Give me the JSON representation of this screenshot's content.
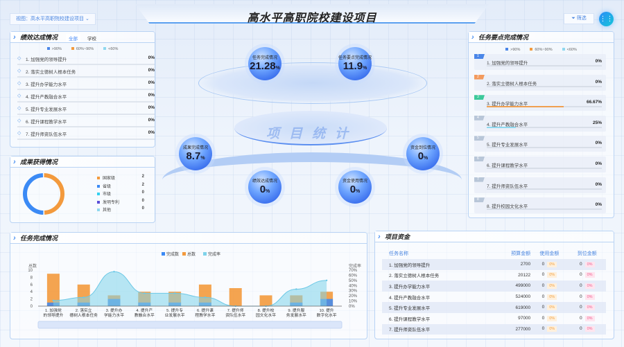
{
  "header": {
    "title": "高水平高职院校建设项目",
    "view_label": "视图：高水平高职院校建设项目",
    "filter_label": "筛选",
    "menu_icon": "grid-icon"
  },
  "colors": {
    "high": "#4a86e8",
    "mid": "#f39a3d",
    "low": "#8fd8ef",
    "accent": "#3b82f6"
  },
  "legend": {
    "high": ">90%",
    "mid": "60%~90%",
    "low": "<60%"
  },
  "performance": {
    "title": "绩效达成情况",
    "tabs": [
      {
        "label": "全部",
        "active": true
      },
      {
        "label": "学校",
        "active": false
      }
    ],
    "items": [
      {
        "label": "1. 加强党的领导提升",
        "value": "0%"
      },
      {
        "label": "2. 落实立德树人根本任务",
        "value": "0%"
      },
      {
        "label": "3. 提升办学能力水平",
        "value": "0%"
      },
      {
        "label": "4. 提升产教融合水平",
        "value": "0%"
      },
      {
        "label": "5. 提升专业发展水平",
        "value": "0%"
      },
      {
        "label": "6. 提升课程教学水平",
        "value": "0%"
      },
      {
        "label": "7. 提升师资队伍水平",
        "value": "0%"
      }
    ]
  },
  "achievements": {
    "title": "成果获得情况",
    "items": [
      {
        "label": "国家级",
        "value": 2,
        "color": "#f39a3d"
      },
      {
        "label": "省级",
        "value": 2,
        "color": "#3b8af5"
      },
      {
        "label": "市级",
        "value": 0,
        "color": "#33d0f0"
      },
      {
        "label": "发明专利",
        "value": 0,
        "color": "#5a4fd8"
      },
      {
        "label": "其他",
        "value": 0,
        "color": "#8fd8ef"
      }
    ]
  },
  "keypoints": {
    "title": "任务要点完成情况",
    "items": [
      {
        "no": "1",
        "label": "1. 加强党的领导提升",
        "value": "0%",
        "pct": 0,
        "badge": "#4a86e8"
      },
      {
        "no": "2",
        "label": "2. 落实立德树人根本任务",
        "value": "0%",
        "pct": 0,
        "badge": "#f39a5d"
      },
      {
        "no": "3",
        "label": "3. 提升办学能力水平",
        "value": "66.67%",
        "pct": 66.67,
        "badge": "#3cc99a",
        "bar": "#f0a050"
      },
      {
        "no": "4",
        "label": "4. 提升产教融合水平",
        "value": "25%",
        "pct": 25,
        "badge": "#b8c6d8",
        "bar": "#8fd8ef"
      },
      {
        "no": "5",
        "label": "5. 提升专业发展水平",
        "value": "0%",
        "pct": 0,
        "badge": "#b8c6d8"
      },
      {
        "no": "6",
        "label": "6. 提升课程教学水平",
        "value": "0%",
        "pct": 0,
        "badge": "#b8c6d8"
      },
      {
        "no": "7",
        "label": "7. 提升师资队伍水平",
        "value": "0%",
        "pct": 0,
        "badge": "#b8c6d8"
      },
      {
        "no": "8",
        "label": "8. 提升校园文化水平",
        "value": "0%",
        "pct": 0,
        "badge": "#b8c6d8"
      }
    ]
  },
  "center": {
    "label": "项目统计",
    "stats": [
      {
        "label": "任务完成情况",
        "value": "21.28",
        "unit": "%"
      },
      {
        "label": "任务要点完成情况",
        "value": "11.9",
        "unit": "%"
      },
      {
        "label": "成果完成情况",
        "value": "8.7",
        "unit": "%"
      },
      {
        "label": "资金到位情况",
        "value": "0",
        "unit": "%"
      },
      {
        "label": "绩效达成情况",
        "value": "0",
        "unit": "%"
      },
      {
        "label": "资金使用情况",
        "value": "0",
        "unit": "%"
      }
    ]
  },
  "tasks": {
    "title": "任务完成情况"
  },
  "chart_data": {
    "type": "bar",
    "categories": [
      "1. 加强党的领导提升",
      "2. 落实立德树人根本任务",
      "3. 提升办学能力水平",
      "4. 提升产教融合水平",
      "5. 提升专业发展水平",
      "6. 提升课程教学水平",
      "7. 提升师资队伍水平",
      "8. 提升校园文化水平",
      "9. 提升服务发展水平",
      "10. 提升数字化水平"
    ],
    "series": [
      {
        "name": "完成数",
        "type": "bar",
        "axis": "left",
        "color": "#3b8af5",
        "values": [
          1,
          1,
          2,
          1,
          1,
          1,
          0,
          0,
          1,
          2
        ]
      },
      {
        "name": "总数",
        "type": "bar",
        "axis": "left",
        "color": "#f39a3d",
        "values": [
          9,
          6,
          3,
          4,
          4,
          6,
          5,
          3,
          3,
          4
        ]
      },
      {
        "name": "完成率",
        "type": "area",
        "axis": "right",
        "color": "#7fd3ea",
        "values": [
          11,
          17,
          67,
          25,
          25,
          17,
          0,
          0,
          33,
          50
        ]
      }
    ],
    "ylabel": "总数",
    "ylim": [
      0,
      10
    ],
    "yticks": [
      0,
      2,
      4,
      6,
      8,
      10
    ],
    "y2label": "完成率",
    "y2lim": [
      0,
      70
    ],
    "y2ticks": [
      "0%",
      "10%",
      "20%",
      "30%",
      "40%",
      "50%",
      "60%",
      "70%"
    ],
    "legend": "top-center"
  },
  "funds": {
    "title": "项目资金",
    "columns": [
      "任务名称",
      "预算金额",
      "使用金额",
      "到位金额"
    ],
    "rows": [
      [
        "1. 加强党的领导提升",
        "2700",
        "0",
        "0%",
        "0",
        "0%"
      ],
      [
        "2. 落实立德树人根本任务",
        "20122",
        "0",
        "0%",
        "0",
        "0%"
      ],
      [
        "3. 提升办学能力水平",
        "499000",
        "0",
        "0%",
        "0",
        "0%"
      ],
      [
        "4. 提升产教融合水平",
        "524000",
        "0",
        "0%",
        "0",
        "0%"
      ],
      [
        "5. 提升专业发展水平",
        "619000",
        "0",
        "0%",
        "0",
        "0%"
      ],
      [
        "6. 提升课程教学水平",
        "97000",
        "0",
        "0%",
        "0",
        "0%"
      ],
      [
        "7. 提升师资队伍水平",
        "277000",
        "0",
        "0%",
        "0",
        "0%"
      ]
    ]
  }
}
